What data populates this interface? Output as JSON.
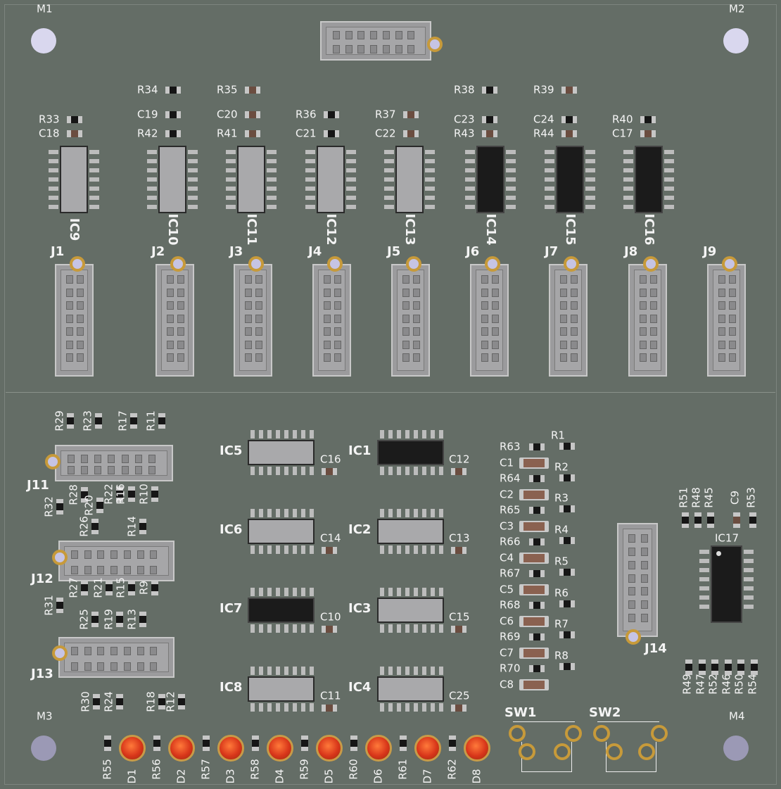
{
  "board": {
    "mounting_holes": [
      "M1",
      "M2",
      "M3",
      "M4"
    ]
  },
  "top_ics": [
    "IC9",
    "IC10",
    "IC11",
    "IC12",
    "IC13",
    "IC14",
    "IC15",
    "IC16"
  ],
  "top_connectors": [
    "J1",
    "J2",
    "J3",
    "J4",
    "J5",
    "J6",
    "J7",
    "J8",
    "J9"
  ],
  "top_passives": [
    "R34",
    "R35",
    "R38",
    "R39",
    "C19",
    "C20",
    "R36",
    "R37",
    "R33",
    "C18",
    "R42",
    "R41",
    "C21",
    "C22",
    "C23",
    "R43",
    "C24",
    "R44",
    "R40",
    "C17"
  ],
  "bottom_ics": [
    "IC5",
    "IC6",
    "IC7",
    "IC8",
    "IC1",
    "IC2",
    "IC3",
    "IC4"
  ],
  "bottom_ic_caps": [
    "C16",
    "C14",
    "C10",
    "C11",
    "C12",
    "C13",
    "C15",
    "C25"
  ],
  "side_connectors": [
    "J11",
    "J12",
    "J13",
    "J14"
  ],
  "left_resistors": [
    "R29",
    "R23",
    "R17",
    "R11",
    "R32",
    "R28",
    "R20",
    "R22",
    "R16",
    "R10",
    "R26",
    "R14",
    "R31",
    "R27",
    "R21",
    "R15",
    "R9",
    "R25",
    "R19",
    "R13",
    "R30",
    "R24",
    "R18",
    "R12"
  ],
  "middle_column_left": [
    "R63",
    "C1",
    "R64",
    "C2",
    "R65",
    "C3",
    "R66",
    "C4",
    "R67",
    "C5",
    "R68",
    "C6",
    "R69",
    "C7",
    "R70",
    "C8"
  ],
  "middle_column_right": [
    "R1",
    "R2",
    "R3",
    "R4",
    "R5",
    "R6",
    "R7",
    "R8"
  ],
  "ic17": "IC17",
  "ic17_passives_top": [
    "R51",
    "R48",
    "R45",
    "C9",
    "R53"
  ],
  "ic17_passives_bottom": [
    "R49",
    "R47",
    "R52",
    "R46",
    "R50",
    "R54"
  ],
  "leds": [
    "D1",
    "D2",
    "D3",
    "D4",
    "D5",
    "D6",
    "D7",
    "D8"
  ],
  "led_resistors": [
    "R55",
    "R56",
    "R57",
    "R58",
    "R59",
    "R60",
    "R61",
    "R62"
  ],
  "switches": [
    "SW1",
    "SW2"
  ],
  "colors": {
    "board": "#646d66",
    "led": "#d8361a",
    "pad_gold": "#c79a3a",
    "silkscreen": "#f4f4f4"
  }
}
